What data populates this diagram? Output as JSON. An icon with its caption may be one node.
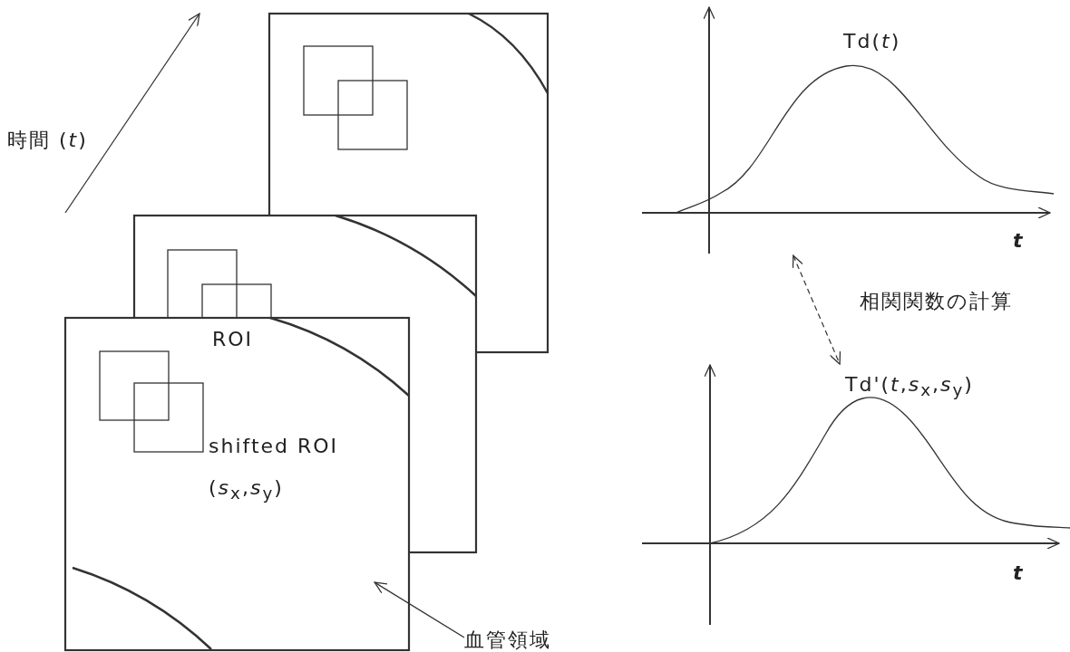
{
  "diagram": {
    "nodes": [
      {
        "text": [],
        "shape": "box"
      },
      {
        "text": [],
        "shape": "box"
      },
      {
        "text": [],
        "shape": "box"
      },
      {
        "text": [
          "血管領域"
        ]
      },
      {
        "text": [
          "Td(*t*)",
          "*t*"
        ]
      },
      {
        "text": [
          "Td'(*t*,*s*$_{x}$,*s*$_{y}$)",
          "*t*"
        ]
      }
    ],
    "edges": [
      {
        "from": 3,
        "to": 2,
        "arrow": "to"
      },
      {
        "from": 4,
        "to": 5,
        "arrow": "both",
        "style": "dashed",
        "label": "相関関数の計算"
      }
    ],
    "labels": [
      "時間 (*t*)",
      "ROI",
      "shifted ROI (*s*$_{x}$,*s*$_{y}$)"
    ]
  }
}
